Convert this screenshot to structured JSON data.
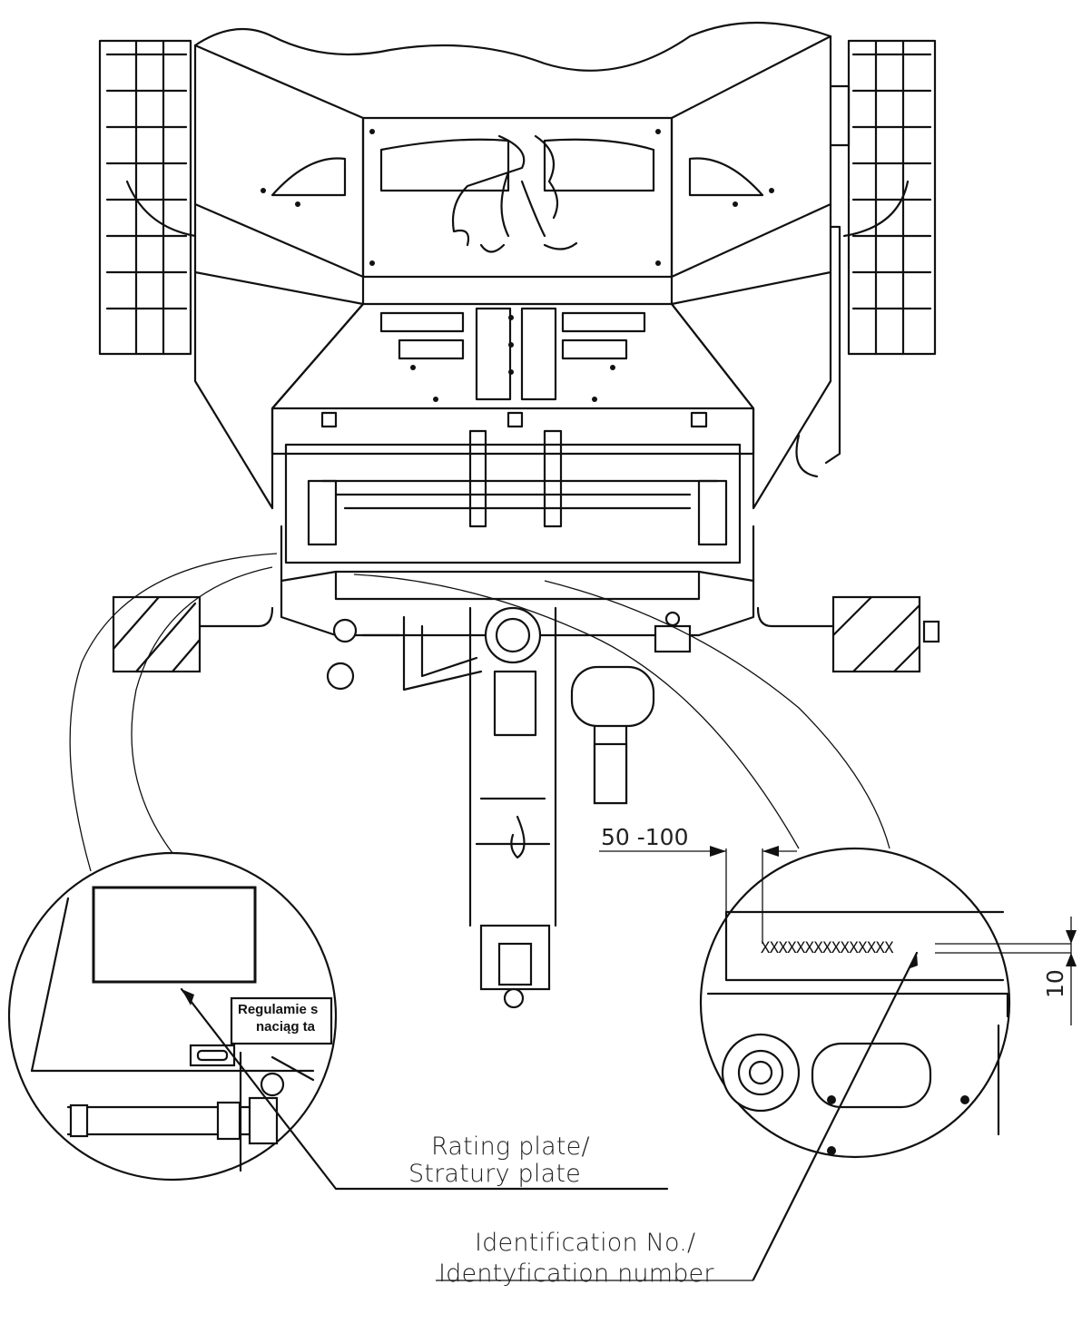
{
  "labels": {
    "rating_plate_line1": "Rating plate/",
    "rating_plate_line2": "Stratury plate",
    "identification_line1": "Identification No./",
    "identification_line2": "Identyfication number",
    "serial_placeholder": "XXXXXXXXXXXXXXX",
    "dim_horizontal": "50 -100",
    "dim_vertical": "10",
    "warning_line1": "Regulamie s",
    "warning_line2": "naciąg ta"
  }
}
